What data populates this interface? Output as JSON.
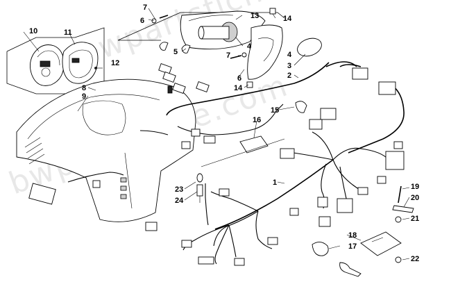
{
  "watermark": "bwpartsfiche.com",
  "callouts": [
    {
      "id": "c1",
      "text": "1"
    },
    {
      "id": "c2",
      "text": "2"
    },
    {
      "id": "c3",
      "text": "3"
    },
    {
      "id": "c4a",
      "text": "4"
    },
    {
      "id": "c4b",
      "text": "4"
    },
    {
      "id": "c5",
      "text": "5"
    },
    {
      "id": "c6a",
      "text": "6"
    },
    {
      "id": "c6b",
      "text": "6"
    },
    {
      "id": "c7a",
      "text": "7"
    },
    {
      "id": "c7b",
      "text": "7"
    },
    {
      "id": "c8",
      "text": "8"
    },
    {
      "id": "c9",
      "text": "9"
    },
    {
      "id": "c10",
      "text": "10"
    },
    {
      "id": "c11",
      "text": "11"
    },
    {
      "id": "c12",
      "text": "12"
    },
    {
      "id": "c13",
      "text": "13"
    },
    {
      "id": "c14a",
      "text": "14"
    },
    {
      "id": "c14b",
      "text": "14"
    },
    {
      "id": "c15",
      "text": "15"
    },
    {
      "id": "c16",
      "text": "16"
    },
    {
      "id": "c17",
      "text": "17"
    },
    {
      "id": "c18",
      "text": "18"
    },
    {
      "id": "c19",
      "text": "19"
    },
    {
      "id": "c20",
      "text": "20"
    },
    {
      "id": "c21",
      "text": "21"
    },
    {
      "id": "c22",
      "text": "22"
    },
    {
      "id": "c23",
      "text": "23"
    },
    {
      "id": "c24",
      "text": "24"
    }
  ]
}
